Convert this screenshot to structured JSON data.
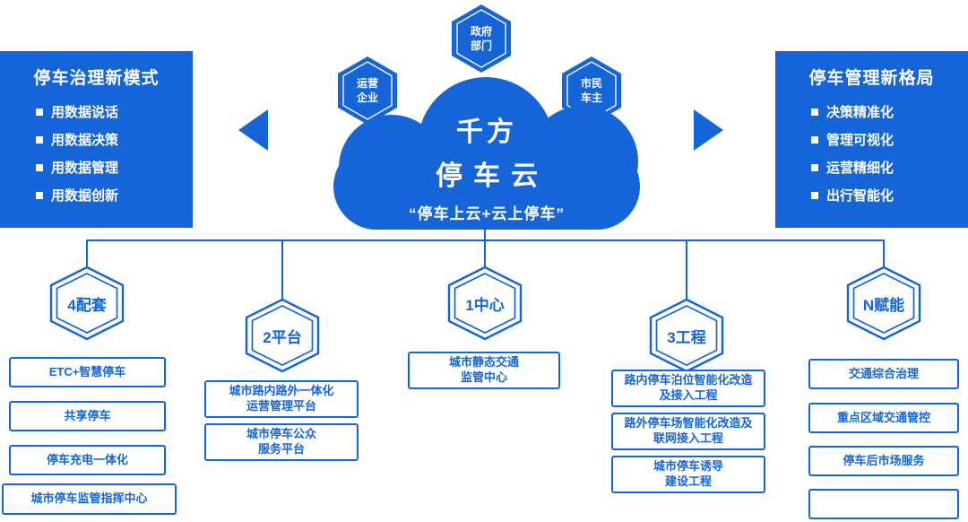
{
  "colors": {
    "primary": "#1565D8",
    "background": "#FFFFFF",
    "text_on_blue": "#FFFFFF"
  },
  "left_panel": {
    "title": "停车治理新模式",
    "items": [
      "用数据说话",
      "用数据决策",
      "用数据管理",
      "用数据创新"
    ]
  },
  "right_panel": {
    "title": "停车管理新格局",
    "items": [
      "决策精准化",
      "管理可视化",
      "运营精细化",
      "出行智能化"
    ]
  },
  "stakeholders": {
    "top": "政府\n部门",
    "left": "运营\n企业",
    "right": "市民\n车主"
  },
  "cloud": {
    "line1": "千方",
    "line2": "停车云",
    "subtitle": "“停车上云+云上停车”"
  },
  "branches": [
    {
      "hex": "4配套",
      "boxes": [
        "ETC+智慧停车",
        "共享停车",
        "停车充电一体化",
        "城市停车监管指挥中心"
      ]
    },
    {
      "hex": "2平台",
      "boxes": [
        "城市路内路外一体化\n运营管理平台",
        "城市停车公众\n服务平台"
      ]
    },
    {
      "hex": "1中心",
      "boxes": [
        "城市静态交通\n监管中心"
      ]
    },
    {
      "hex": "3工程",
      "boxes": [
        "路内停车泊位智能化改造\n及接入工程",
        "路外停车场智能化改造及\n联网接入工程",
        "城市停车诱导\n建设工程"
      ]
    },
    {
      "hex": "N赋能",
      "boxes": [
        "交通综合治理",
        "重点区域交通管控",
        "停车后市场服务",
        ""
      ]
    }
  ]
}
